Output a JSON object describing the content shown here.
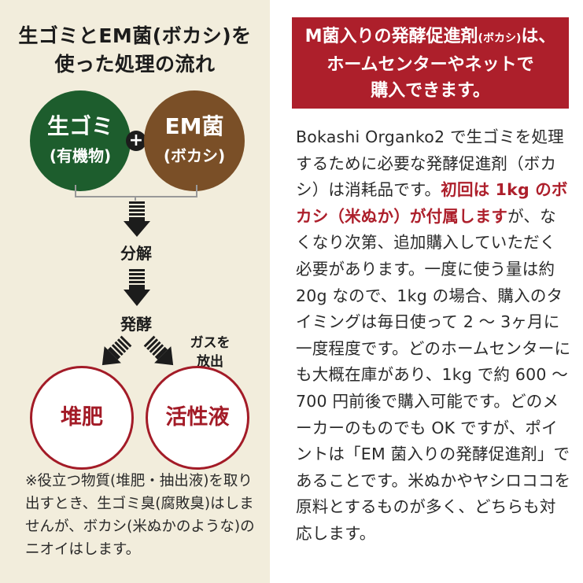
{
  "left_panel": {
    "title_line1": "生ゴミとEM菌(ボカシ)を",
    "title_line2": "使った処理の流れ",
    "input_a": {
      "line1": "生ゴミ",
      "line2": "(有機物)"
    },
    "plus_symbol": "+",
    "input_b": {
      "line1": "EM菌",
      "line2": "(ボカシ)"
    },
    "step1": "分解",
    "step2": "発酵",
    "gas_line1": "ガスを",
    "gas_line2": "放出",
    "output_a": "堆肥",
    "output_b": "活性液",
    "note": "※役立つ物質(堆肥・抽出液)を取り出すとき、生ゴミ臭(腐敗臭)はしませんが、ボカシ(米ぬかのような)のニオイはします。"
  },
  "right_panel": {
    "banner_part1": "M菌入りの発酵促進剤",
    "banner_small": "(ボカシ)",
    "banner_part2": "は、",
    "banner_line2": "ホームセンターやネットで",
    "banner_line3": "購入できます。",
    "body_part1": "Bokashi Organko2 で生ゴミを処理するために必要な発酵促進剤（ボカシ）は消耗品です。",
    "body_highlight": "初回は 1kg のボカシ（米ぬか）が付属します",
    "body_part2": "が、なくなり次第、追加購入していただく必要があります。一度に使う量は約 20g なので、1kg の場合、購入のタイミングは毎日使って 2 ～ 3ヶ月に一度程度です。どのホームセンターにも大概在庫があり、1kg で約 600 ～ 700 円前後で購入可能です。どのメーカーのものでも OK ですが、ポイントは「EM 菌入りの発酵促進剤」であることです。米ぬかやヤシロココを原料とするものが多く、どちらも対応します。"
  },
  "colors": {
    "background_left": "#f2eddc",
    "green": "#1d5d2d",
    "brown": "#7a4f27",
    "accent_red": "#ad1f2b"
  },
  "icons": [
    "plus-icon",
    "striped-down-arrow-icon",
    "striped-diagonal-arrow-icon"
  ]
}
